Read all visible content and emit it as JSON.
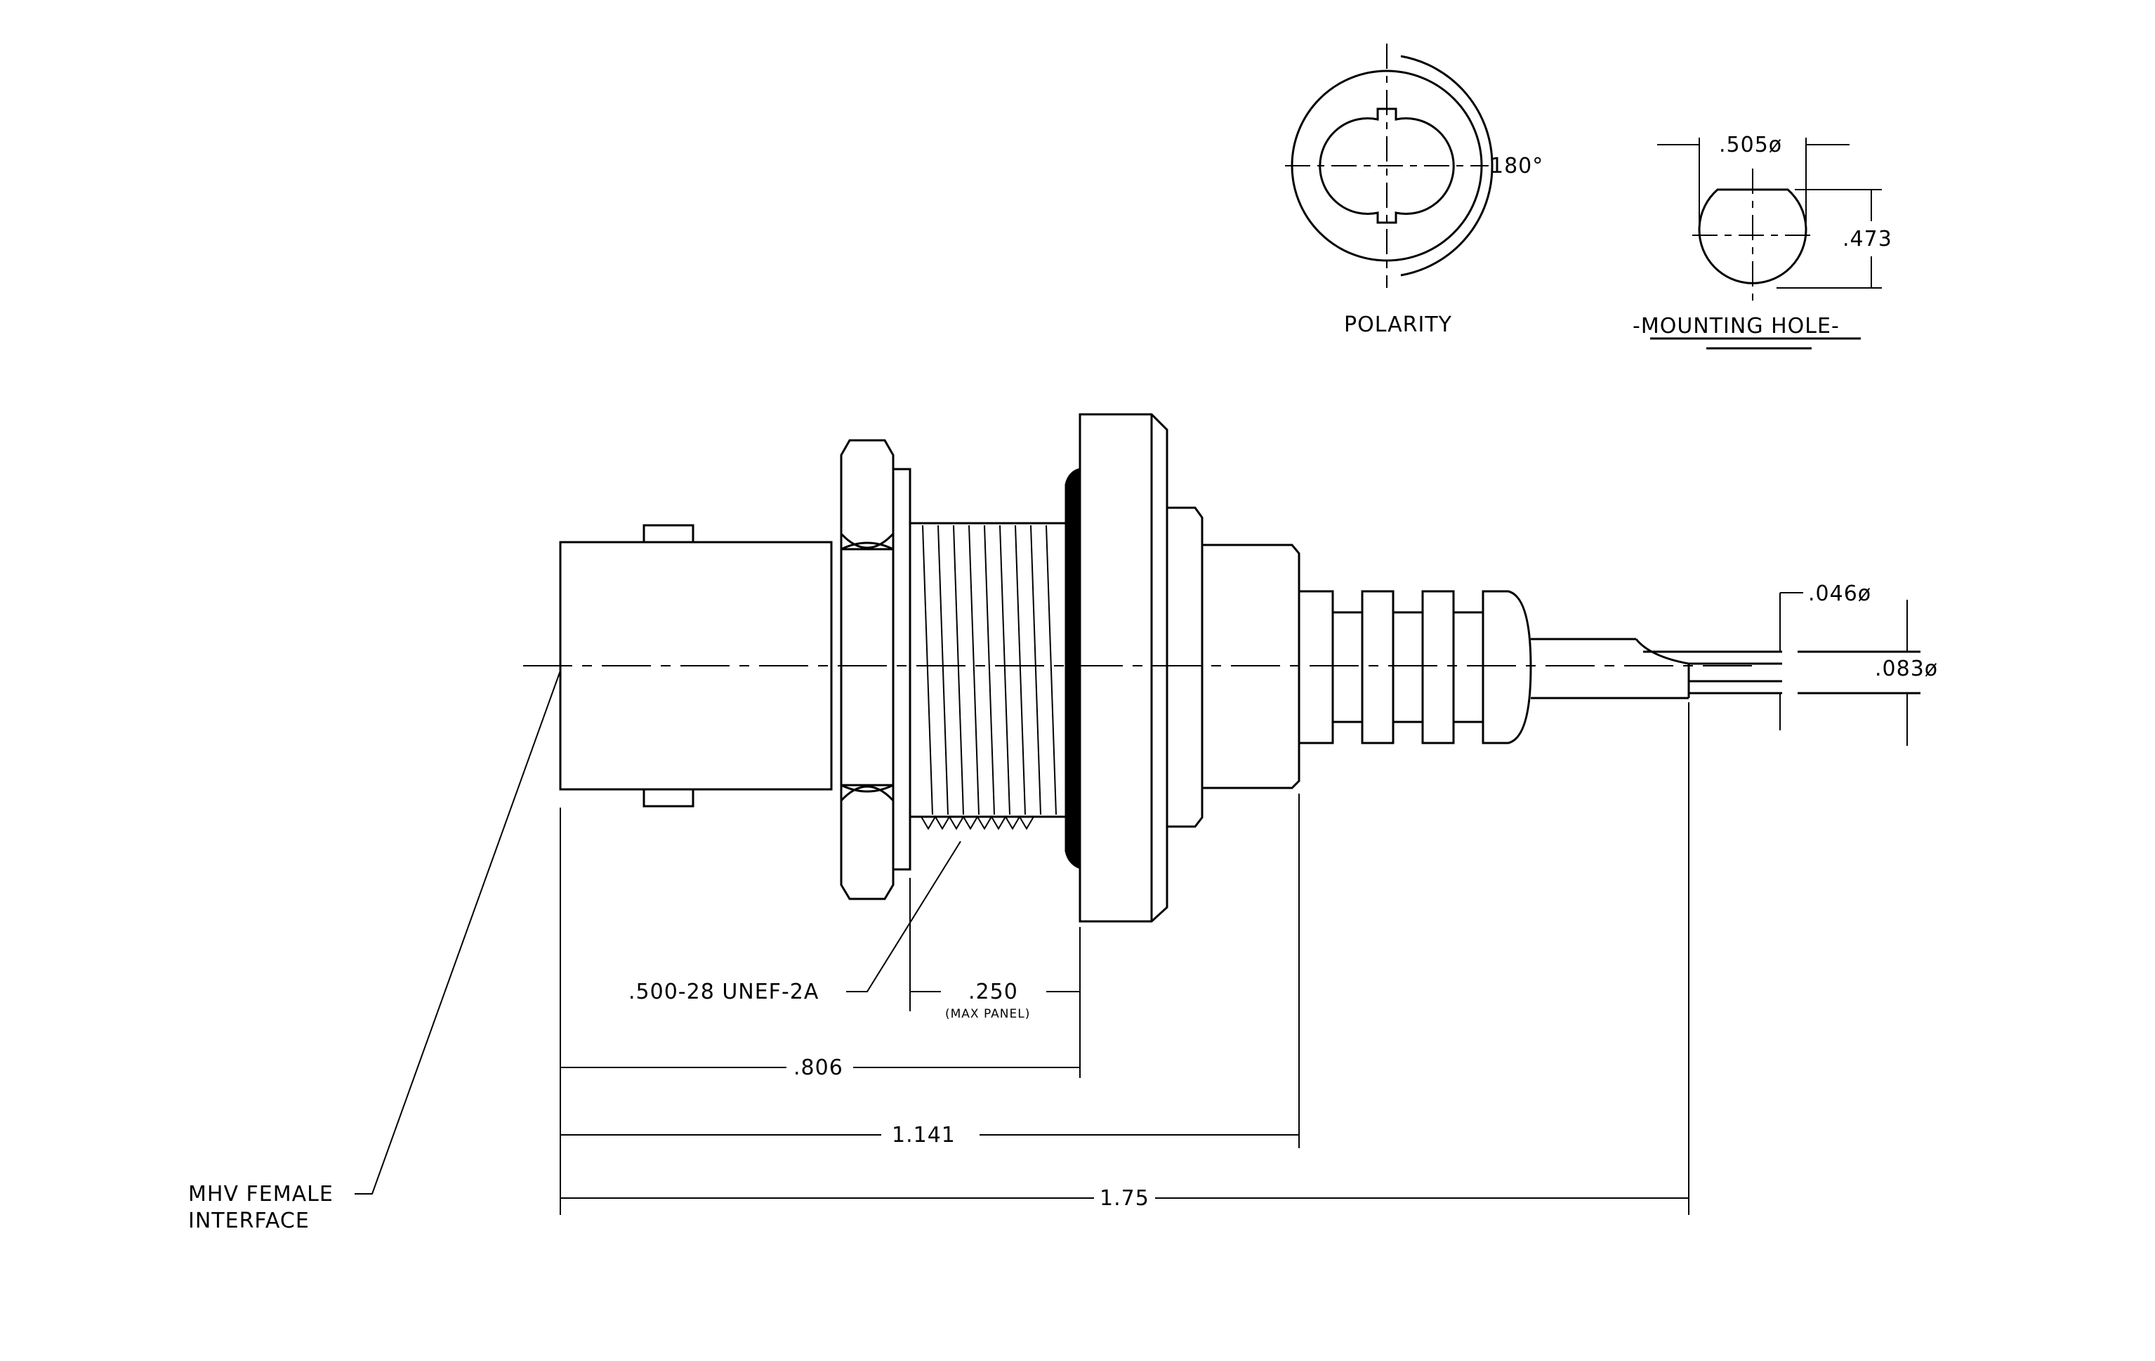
{
  "views": {
    "polarity": {
      "caption": "POLARITY",
      "angle": "180°"
    },
    "mounting_hole": {
      "caption": "-MOUNTING HOLE-",
      "width_dim": ".505ø",
      "flat_dim": ".473"
    }
  },
  "callouts": {
    "interface": {
      "line1": "MHV FEMALE",
      "line2": "INTERFACE"
    },
    "thread": ".500-28 UNEF-2A"
  },
  "dimensions": {
    "panel": {
      "value": ".250",
      "note": "(MAX PANEL)"
    },
    "to_flange": ".806",
    "to_body": "1.141",
    "overall": "1.75",
    "contact_dia": ".046ø",
    "cable_dia": ".083ø"
  }
}
